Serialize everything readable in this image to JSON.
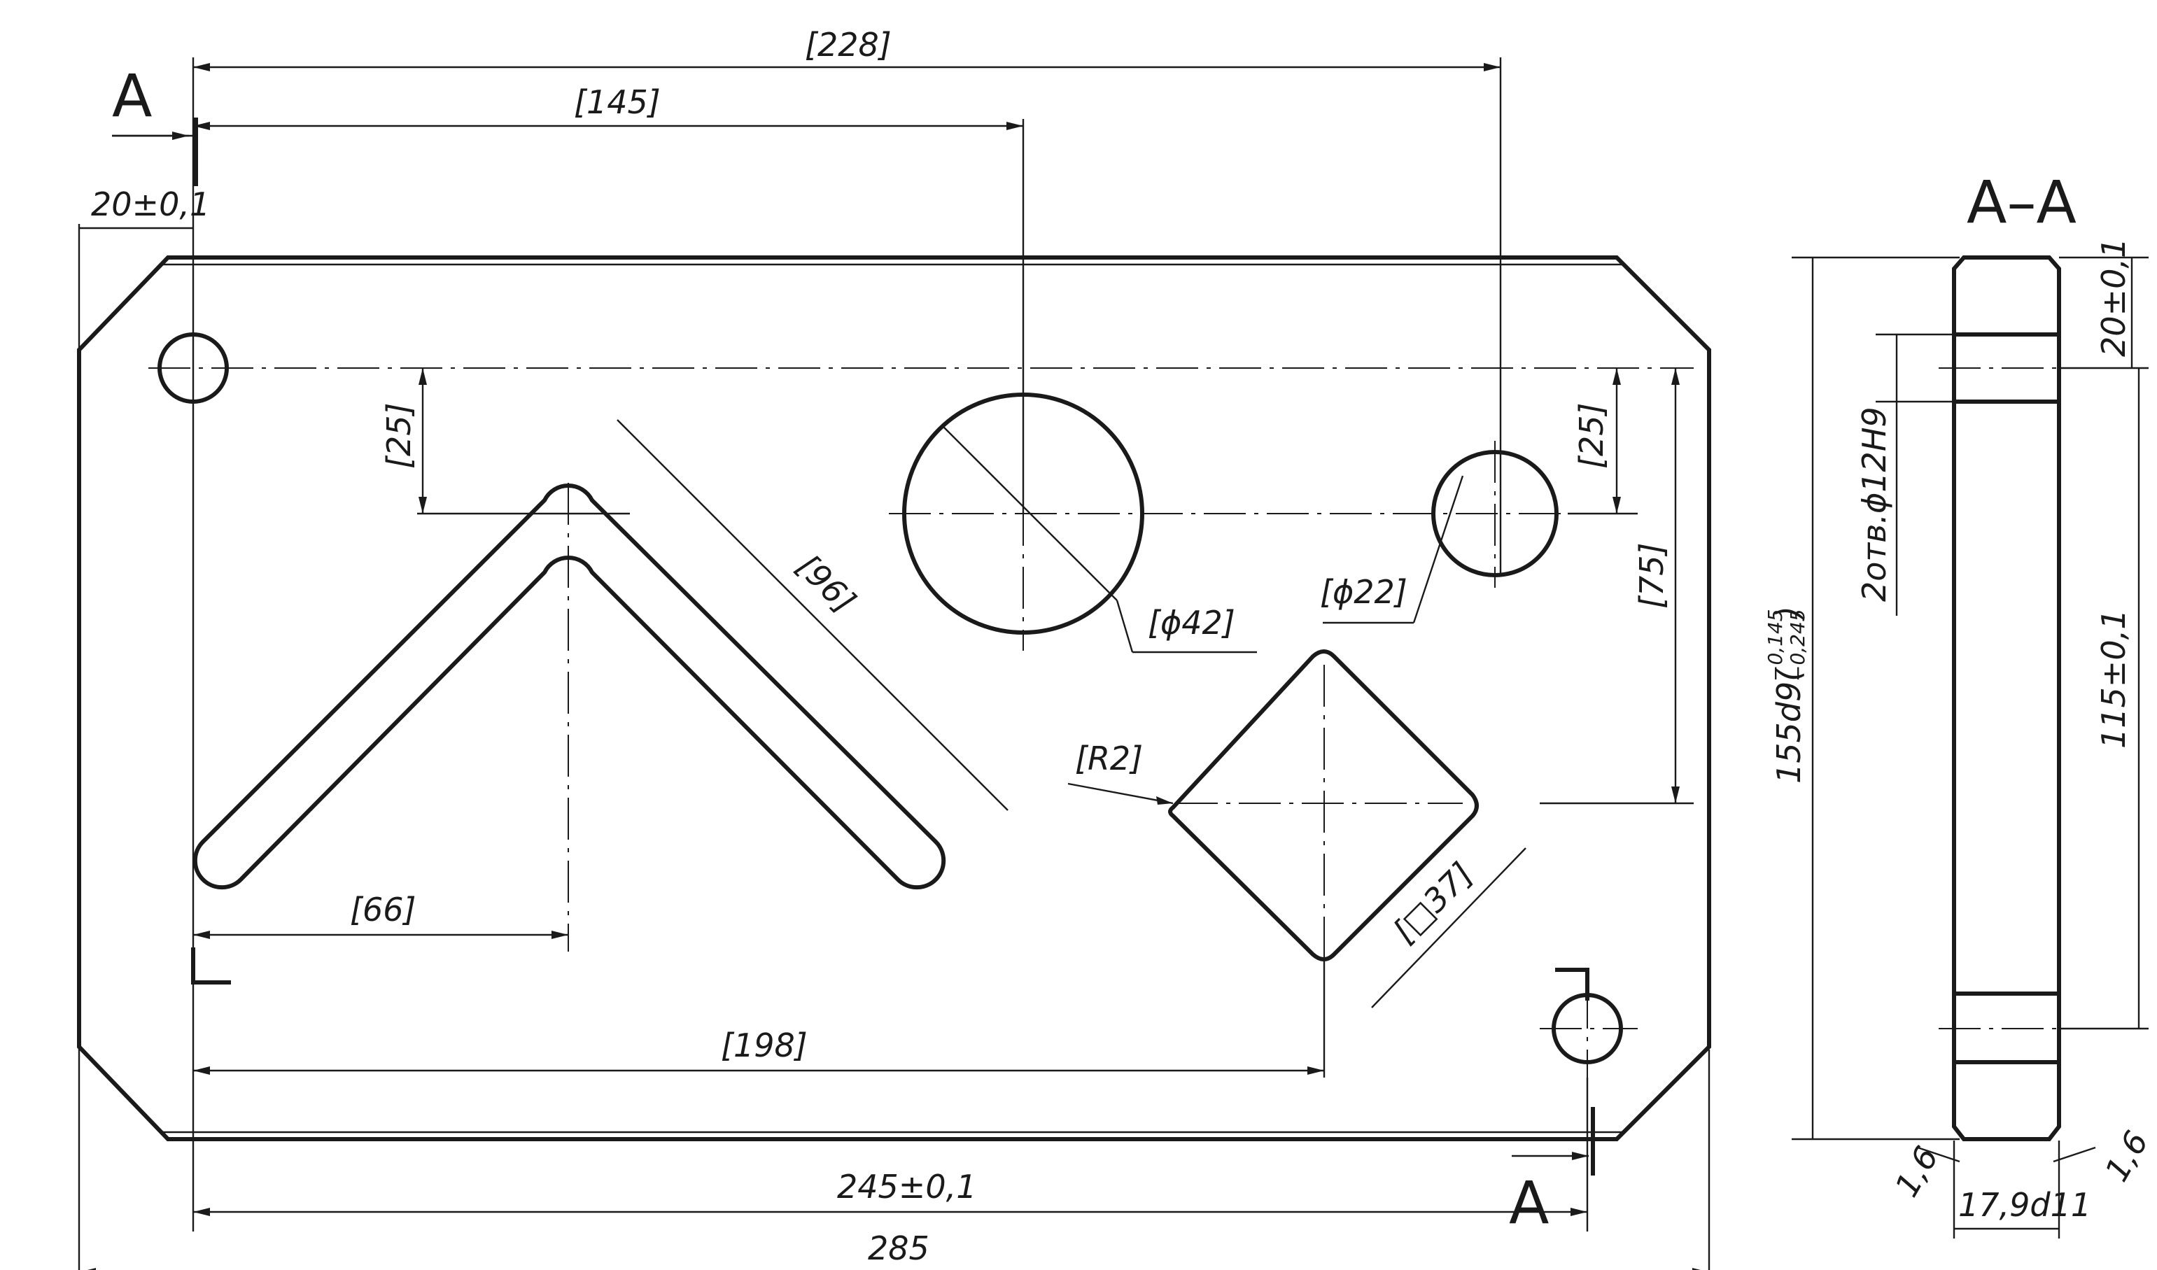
{
  "section_marks": {
    "top_left": "A",
    "bottom_right": "A",
    "section_title": "A–A"
  },
  "dimensions": {
    "d228": "[228]",
    "d145": "[145]",
    "d20_left": "20±0,1",
    "d25_left": "[25]",
    "d96": "[96]",
    "d42": "[ϕ42]",
    "d22": "[ϕ22]",
    "d25_right": "[25]",
    "d75": "[75]",
    "r2": "[R2]",
    "sq37": "[□37]",
    "d66": "[66]",
    "d198": "[198]",
    "d245": "245±0,1",
    "d285": "285",
    "d155": "155d9(",
    "d155_upper": "−0,145",
    "d155_lower": "−0,245",
    "d155_close": ")",
    "holes": "2отв.ϕ12H9",
    "d20_right": "20±0,1",
    "d115": "115±0,1",
    "c16_left": "1,6",
    "c16_right": "1,6",
    "d179": "17,9d11"
  }
}
